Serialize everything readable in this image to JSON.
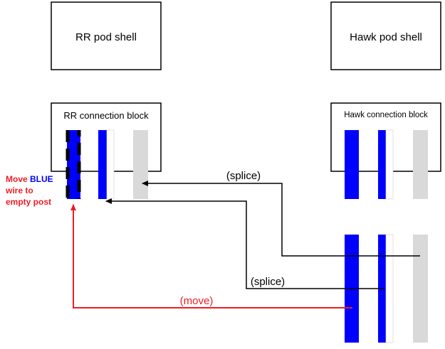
{
  "boxes": {
    "rr_pod_shell": "RR pod shell",
    "hawk_pod_shell": "Hawk pod shell",
    "rr_connection_block": "RR connection block",
    "hawk_connection_block": "Hawk connection block"
  },
  "annotations": {
    "splice_upper": "(splice)",
    "splice_lower": "(splice)",
    "move": "(move)"
  },
  "instruction": {
    "line1_prefix": "Move ",
    "line1_emphasis": "BLUE",
    "line2": "wire to",
    "line3": "empty post"
  },
  "colors": {
    "blue_wire": "#0000ff",
    "white_wire": "#ffffff",
    "empty_post": "#d9d9d9",
    "splice_line": "#000000",
    "move_line": "#ee1c25",
    "box_border": "#000000"
  }
}
